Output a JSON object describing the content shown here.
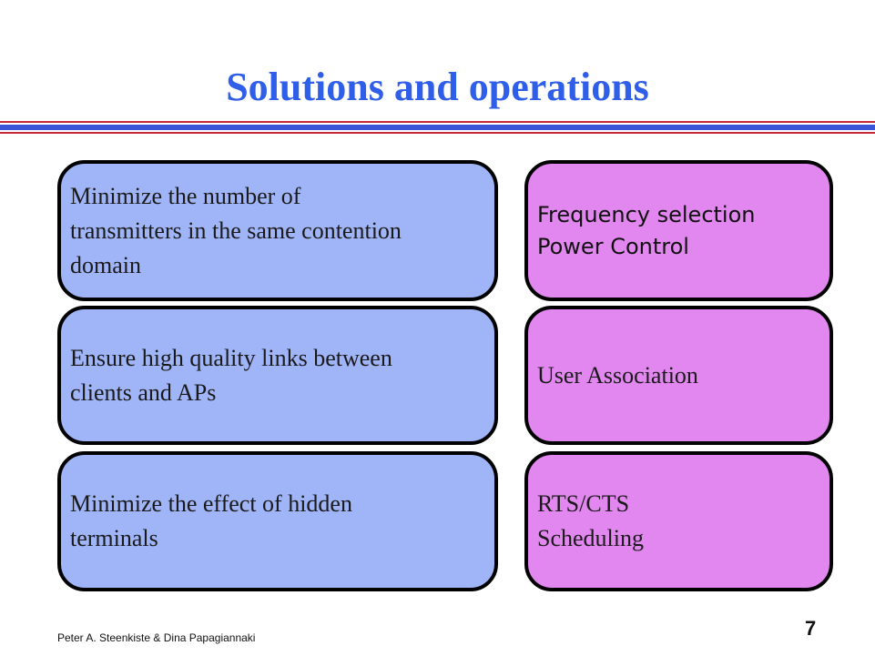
{
  "slide": {
    "title": "Solutions and operations",
    "rows": [
      {
        "goal": "Minimize the number of\ntransmitters in the same contention\ndomain",
        "operation": "Frequency selection\nPower Control"
      },
      {
        "goal": "Ensure high quality links between\nclients and APs",
        "operation": "User Association"
      },
      {
        "goal": "Minimize the effect of hidden\nterminals",
        "operation": "RTS/CTS\nScheduling"
      }
    ],
    "footer": "Peter A. Steenkiste & Dina Papagiannaki",
    "page_number": "7"
  },
  "colors": {
    "title": "#2f5ee8",
    "goal_box": "#a0b4f8",
    "operation_box": "#e387f0",
    "rule_red": "#c8283a",
    "rule_blue": "#3a55d8"
  }
}
